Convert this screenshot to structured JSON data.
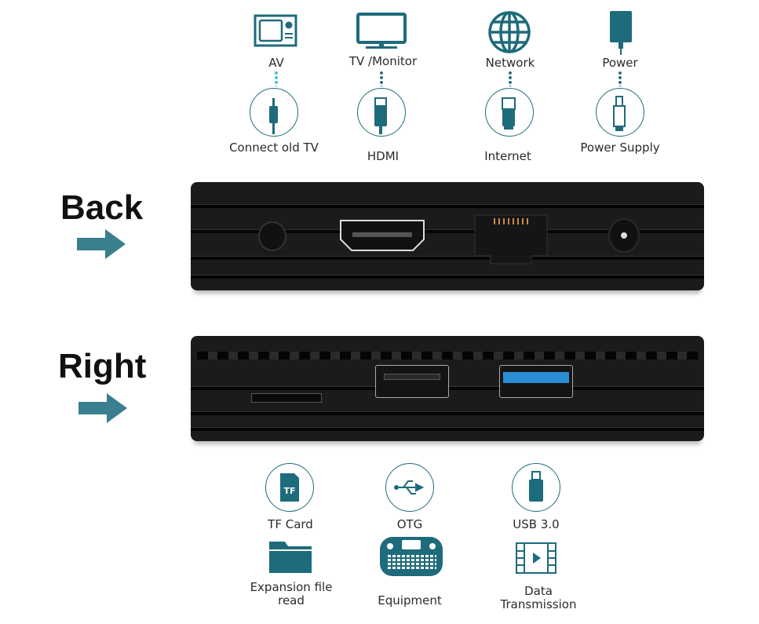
{
  "colors": {
    "accent": "#1e6b7b",
    "arrow": "#3a7f8f",
    "usb3": "#2a8fd6"
  },
  "back_section": {
    "heading": "Back",
    "items": [
      {
        "top_label": "AV",
        "bottom_label": "Connect old TV",
        "top_icon": "tv-set-icon",
        "bottom_icon": "audio-jack-icon"
      },
      {
        "top_label": "TV /Monitor",
        "bottom_label": "HDMI",
        "top_icon": "monitor-icon",
        "bottom_icon": "hdmi-plug-icon"
      },
      {
        "top_label": "Network",
        "bottom_label": "Internet",
        "top_icon": "globe-icon",
        "bottom_icon": "ethernet-plug-icon"
      },
      {
        "top_label": "Power",
        "bottom_label": "Power Supply",
        "top_icon": "power-adapter-icon",
        "bottom_icon": "dc-plug-icon"
      }
    ]
  },
  "right_section": {
    "heading": "Right",
    "items": [
      {
        "top_label": "TF Card",
        "bottom_label": "Expansion file read",
        "top_icon": "tf-card-icon",
        "bottom_icon": "folder-icon",
        "card_text": "TF"
      },
      {
        "top_label": "OTG",
        "bottom_label": "Equipment",
        "top_icon": "usb-symbol-icon",
        "bottom_icon": "mini-keyboard-icon"
      },
      {
        "top_label": "USB 3.0",
        "bottom_label": "Data Transmission",
        "top_icon": "usb-stick-icon",
        "bottom_icon": "video-file-icon"
      }
    ]
  }
}
